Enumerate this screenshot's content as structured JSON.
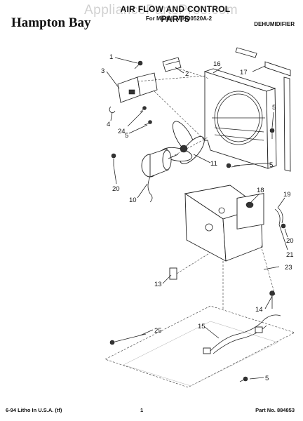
{
  "header": {
    "brand": "Hampton Bay",
    "title": "AIR FLOW AND CONTROL PARTS",
    "subtitle": "For Model: M HD0520A-2",
    "product": "DEHUMIDIFIER",
    "watermark": "AppliancePartsPros.com"
  },
  "callouts": [
    "1",
    "2",
    "3",
    "4",
    "5",
    "5",
    "5",
    "5",
    "10",
    "11",
    "13",
    "14",
    "15",
    "16",
    "17",
    "18",
    "19",
    "20",
    "20",
    "21",
    "23",
    "24",
    "25"
  ],
  "footer": {
    "left": "6-94 Litho In U.S.A. (tf)",
    "center": "1",
    "right": "Part No. 884853"
  }
}
